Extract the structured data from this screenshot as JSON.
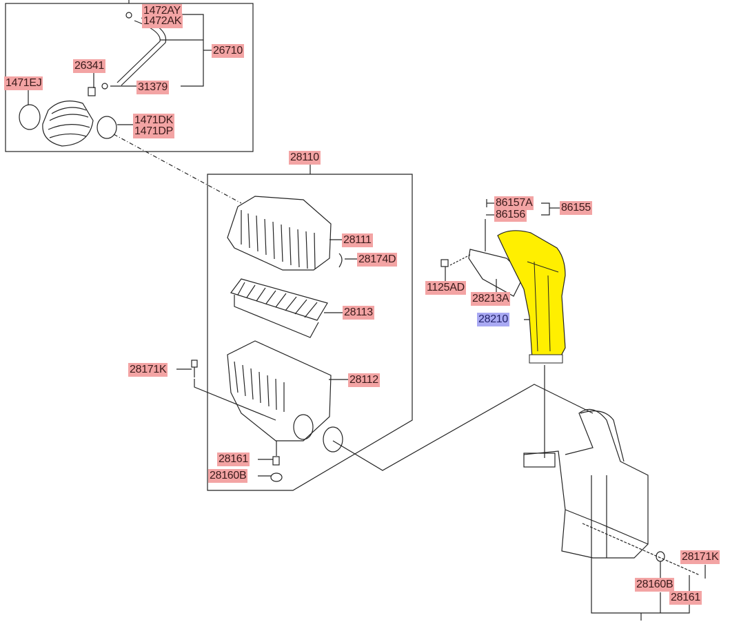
{
  "diagram": {
    "title": "Air Cleaner Assembly",
    "colors": {
      "label_bg": "#f3a4a4",
      "selected_label_bg": "#a9a9f3",
      "highlight_part": "#ffef00",
      "line": "#222222"
    },
    "labels": {
      "l_1472AY": "1472AY",
      "l_1472AK": "1472AK",
      "l_26710": "26710",
      "l_26341": "26341",
      "l_31379": "31379",
      "l_1471EJ": "1471EJ",
      "l_1471DK": "1471DK",
      "l_1471DP": "1471DP",
      "l_28110": "28110",
      "l_28111": "28111",
      "l_28174D": "28174D",
      "l_28113": "28113",
      "l_28171K_a": "28171K",
      "l_28112": "28112",
      "l_28161_a": "28161",
      "l_28160B_a": "28160B",
      "l_86157A": "86157A",
      "l_86155": "86155",
      "l_86156": "86156",
      "l_1125AD": "1125AD",
      "l_28213A": "28213A",
      "l_28210": "28210",
      "l_28171K_b": "28171K",
      "l_28160B_b": "28160B",
      "l_28161_b": "28161"
    },
    "selected_part": "28210"
  }
}
